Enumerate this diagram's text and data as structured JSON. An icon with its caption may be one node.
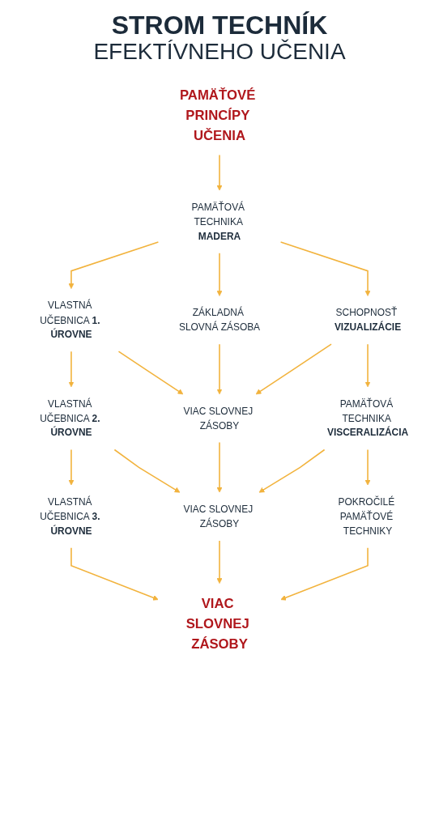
{
  "diagram": {
    "title": "**STROM TECHNÍK** EFEKTÍVNEHO UČENIA",
    "nodes": [
      {
        "text": [
          "PAMÄŤOVÉ PRINCÍPY UČENIA"
        ]
      },
      {
        "text": [
          "PAMÄŤOVÁ TECHNIKA **MADERA**"
        ]
      },
      {
        "text": [
          "VLASTNÁ UČEBNICA **1. ÚROVNE**"
        ]
      },
      {
        "text": [
          "ZÁKLADNÁ SLOVNÁ ZÁSOBA"
        ]
      },
      {
        "text": [
          "SCHOPNOSŤ **VIZUALIZÁCIE**"
        ]
      },
      {
        "text": [
          "VLASTNÁ UČEBNICA **2. ÚROVNE**"
        ]
      },
      {
        "text": [
          "VIAC SLOVNEJ ZÁSOBY"
        ]
      },
      {
        "text": [
          "PAMÄŤOVÁ TECHNIKA **VISCERALIZÁCIA**"
        ]
      },
      {
        "text": [
          "VLASTNÁ UČEBNICA **3. ÚROVNE**"
        ]
      },
      {
        "text": [
          "VIAC SLOVNEJ ZÁSOBY"
        ]
      },
      {
        "text": [
          "POKROČILÉ PAMÄŤOVÉ TECHNIKY"
        ]
      },
      {
        "text": [
          "VIAC SLOVNEJ ZÁSOBY"
        ]
      }
    ],
    "edges": [
      {
        "from": 0,
        "to": 1,
        "arrow": "to"
      },
      {
        "from": 1,
        "to": 2,
        "arrow": "to"
      },
      {
        "from": 1,
        "to": 3,
        "arrow": "to"
      },
      {
        "from": 1,
        "to": 4,
        "arrow": "to"
      },
      {
        "from": 2,
        "to": 5,
        "arrow": "to"
      },
      {
        "from": 2,
        "to": 6,
        "arrow": "to"
      },
      {
        "from": 3,
        "to": 6,
        "arrow": "to"
      },
      {
        "from": 4,
        "to": 6,
        "arrow": "to"
      },
      {
        "from": 4,
        "to": 7,
        "arrow": "to"
      },
      {
        "from": 5,
        "to": 8,
        "arrow": "to"
      },
      {
        "from": 5,
        "to": 9,
        "arrow": "to"
      },
      {
        "from": 6,
        "to": 9,
        "arrow": "to"
      },
      {
        "from": 7,
        "to": 9,
        "arrow": "to"
      },
      {
        "from": 7,
        "to": 10,
        "arrow": "to"
      },
      {
        "from": 8,
        "to": 11,
        "arrow": "to"
      },
      {
        "from": 9,
        "to": 11,
        "arrow": "to"
      },
      {
        "from": 10,
        "to": 11,
        "arrow": "to"
      }
    ]
  }
}
